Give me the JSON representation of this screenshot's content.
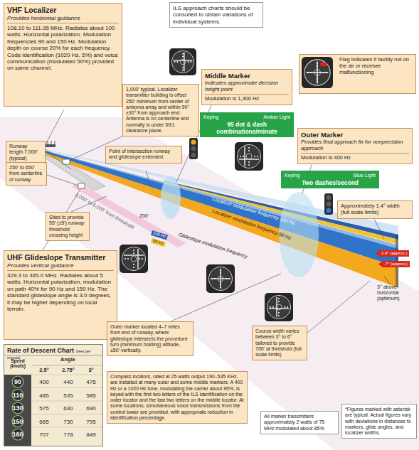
{
  "diagram": {
    "nodes": [
      {
        "text": [
          "VHF Localizer",
          "Provides horizontal guidance",
          "108.10 to 111.95 MHz. Radiates about 100 watts. Horizontal polarization. Modulation frequencies 90 and 150 Hz. Modulation depth on course 20% for each frequency. Code identification (1020 Hz, 5%) and voice communication (modulated 50%) provided on same channel."
        ]
      },
      {
        "text": [
          "ILS approach charts should be consulted to obtain variations of individual systems."
        ]
      },
      {
        "text": [
          "1,000' typical. Localizer transmitter building is offset 250' minimum from center of antenna array and within 90° ±30° from approach end. Antenna is on centerline and normally is under 50/1 clearance plane."
        ]
      },
      {
        "text": [
          "Middle Marker",
          "Indicates approximate decision height point",
          "Modulation is 1,300 Hz"
        ]
      },
      {
        "text": [
          "Flag indicates if facility not on the air or receiver malfunctioning"
        ]
      },
      {
        "text": [
          "Keying",
          "Amber Light",
          "95 dot & dash combinations/minute"
        ]
      },
      {
        "text": [
          "Outer Marker",
          "Provides final approach fix for nonprecision approach",
          "Modulation is 400 Hz"
        ]
      },
      {
        "text": [
          "Point of intersection runway and glideslope extended."
        ]
      },
      {
        "text": [
          "Runway length 7,000' (typical)"
        ]
      },
      {
        "text": [
          "Keying",
          "Blue Light",
          "Two dashes/second"
        ]
      },
      {
        "text": [
          "250' to 650' from centerline of runway"
        ]
      },
      {
        "text": [
          "Sited to provide 55' (±5') runway threshold crossing height"
        ]
      },
      {
        "text": [
          "Approximately 1.4° width (full scale limits)"
        ]
      },
      {
        "text": [
          "UHF Glideslope Transmitter",
          "Provides vertical guidance",
          "329.3 to 335.0 MHz. Radiates about 5 watts. Horizontal polarization, modulation on path 40% for 90 Hz and 150 Hz. The standard glideslope angle is 3.0 degrees, it may be higher depending on local terrain."
        ]
      },
      {
        "text": [
          "Outer marker located 4–7 miles from end of runway, where glideslope intersects the procedure turn (minimum holding) altitude, ±50' vertically."
        ]
      },
      {
        "text": [
          "Course width varies between 3° to 6° tailored to provide 700' at threshold (full scale limits)"
        ]
      },
      {
        "text": [
          "Rate of Descent Chart",
          "(feet per minute)"
        ]
      },
      {
        "text": [
          "Compass locators, rated at 25 watts output 190–535 KHz, are installed at many outer and some middle markers. A 400 Hz or a 1020 Hz tone, modulating the carrier about 95%, is keyed with the first two letters of the ILS identification on the outer locator and the last two letters on the middle locator. At some locations, simultaneous voice transmissions from the control tower are provided, with appropriate reduction in identification percentage."
        ]
      },
      {
        "text": [
          "All marker transmitters approximately 2 watts of 75 MHz modulated about 85%."
        ]
      },
      {
        "text": [
          "*Figures marked with asterisk are typical. Actual figures vary with deviations in distances to markers, glide angles, and localizer widths."
        ]
      },
      {
        "text": [
          "1.4° (approx.)"
        ]
      },
      {
        "text": [
          ".7° (approx.)"
        ]
      }
    ],
    "labels": [
      "3,000' to 6,000' from threshold",
      "200'",
      "Localizer modulation frequency 150 Hz",
      "Localizer modulation frequency 90 Hz",
      "150 Hz",
      "90 Hz",
      "Glideslope modulation frequency",
      "3° above horizontal (optimum)",
      "Speed (knots)",
      "Angle",
      "2.5°",
      "2.75°",
      "3°",
      "90",
      "400",
      "440",
      "475",
      "110",
      "485",
      "535",
      "585",
      "130",
      "575",
      "630",
      "690",
      "150",
      "665",
      "730",
      "795",
      "160",
      "707",
      "778",
      "849"
    ]
  }
}
